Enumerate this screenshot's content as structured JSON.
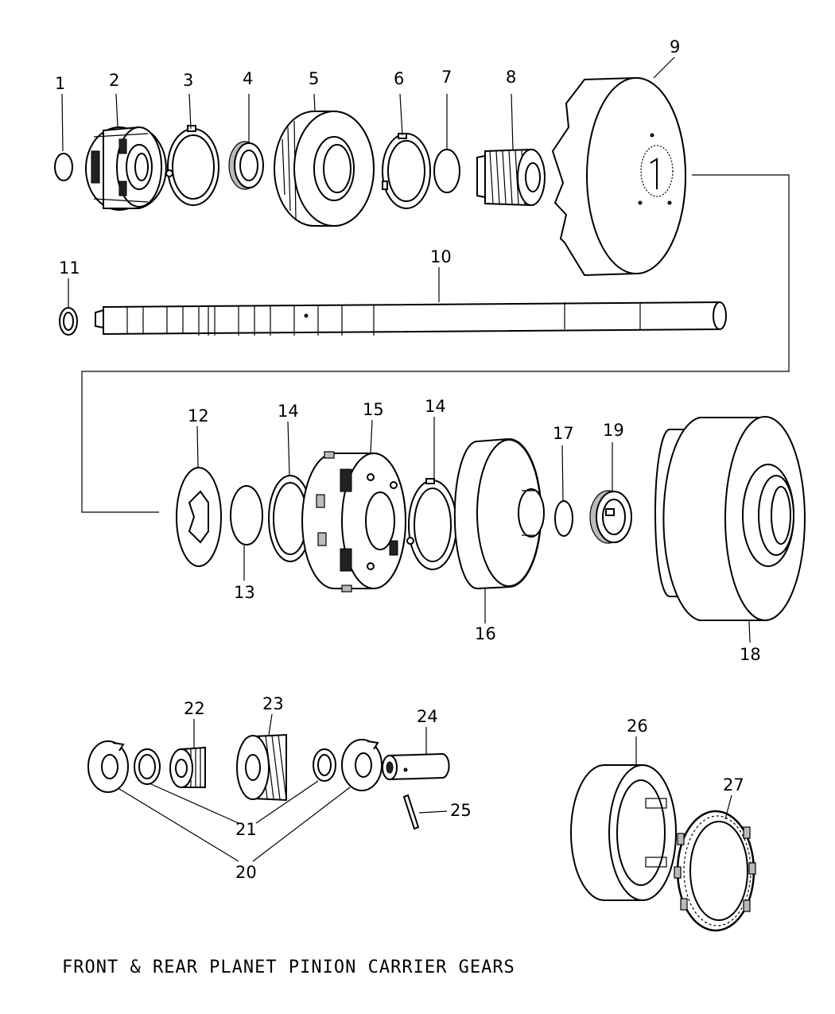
{
  "caption": "FRONT & REAR PLANET PINION CARRIER GEARS",
  "callouts": [
    "1",
    "2",
    "3",
    "4",
    "5",
    "6",
    "7",
    "8",
    "9",
    "10",
    "11",
    "12",
    "13",
    "14",
    "15",
    "14",
    "17",
    "19",
    "16",
    "18",
    "22",
    "23",
    "24",
    "21",
    "25",
    "20",
    "26",
    "27"
  ]
}
